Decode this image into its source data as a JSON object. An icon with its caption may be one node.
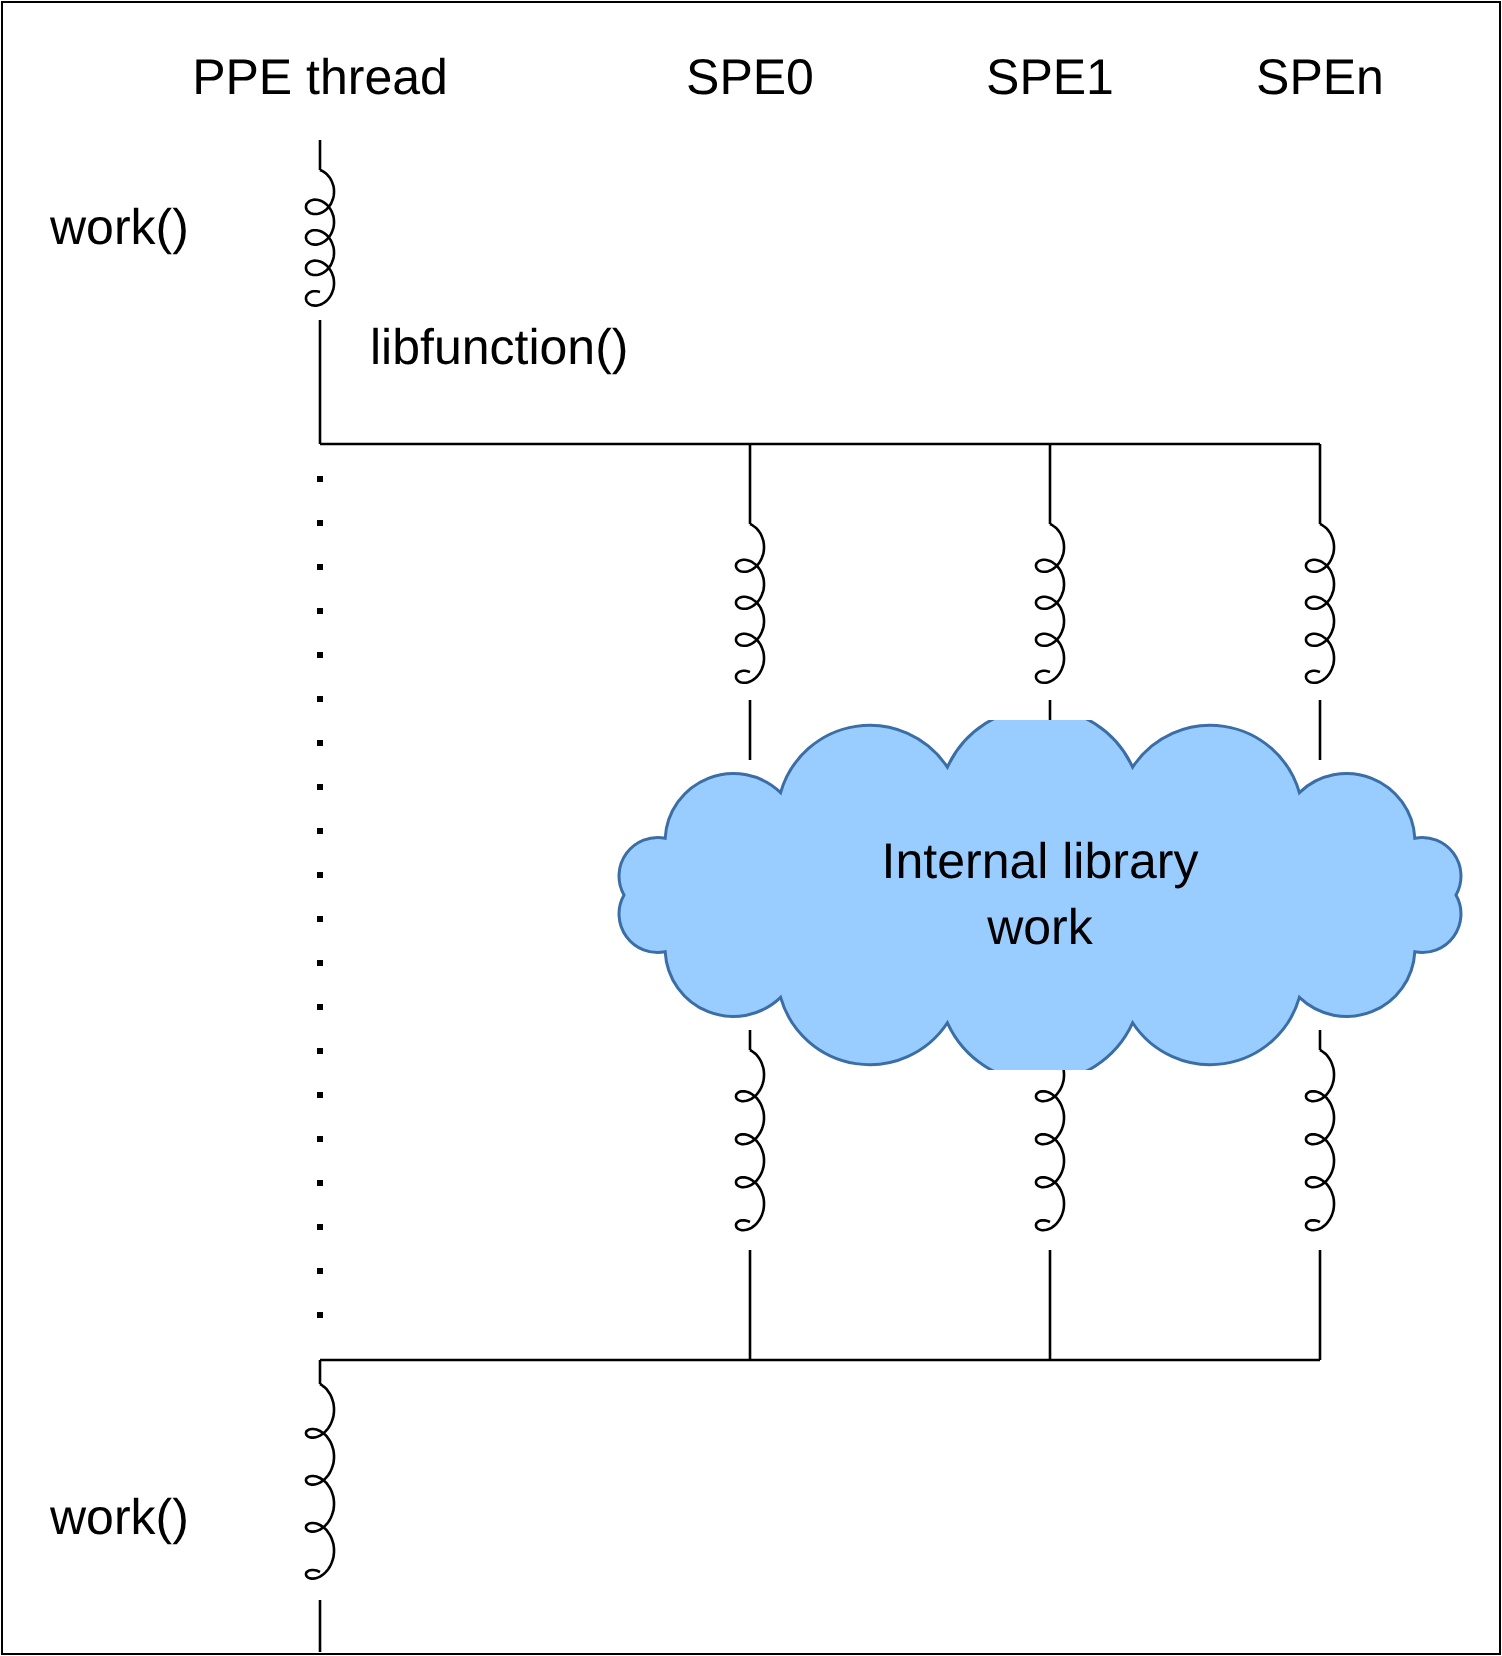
{
  "diagram": {
    "nodes": [
      {
        "text": [
          "Internal library work"
        ]
      }
    ],
    "labels": [
      "PPE thread",
      "SPE0",
      "SPE1",
      "SPEn",
      "work()",
      "libfunction()",
      "work()"
    ]
  }
}
